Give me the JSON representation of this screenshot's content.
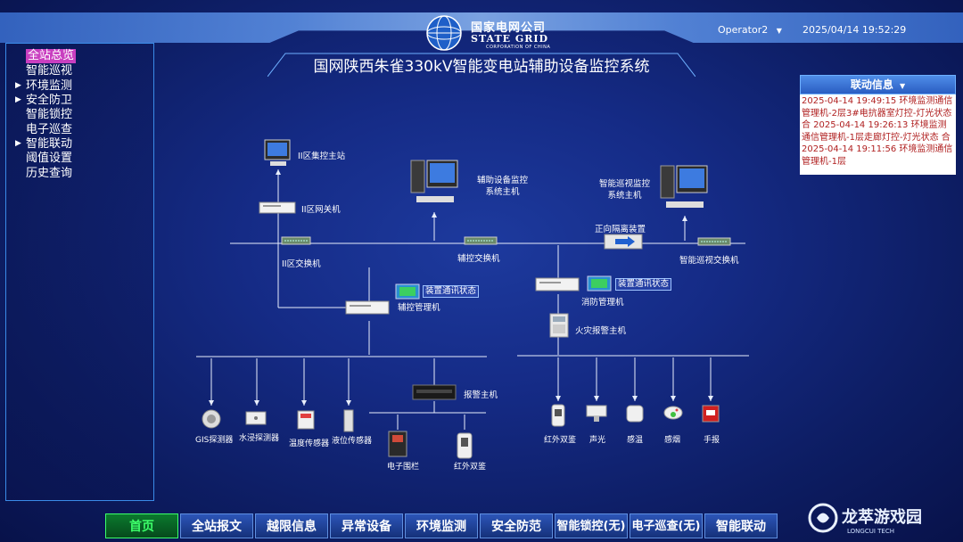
{
  "header": {
    "company_cn": "国家电网公司",
    "company_en": "STATE GRID",
    "company_sub": "CORPORATION OF CHINA",
    "system_title": "国网陕西朱雀330kV智能变电站辅助设备监控系统",
    "operator": "Operator2",
    "datetime": "2025/04/14 19:52:29"
  },
  "sidebar": {
    "items": [
      {
        "label": "全站总览",
        "selected": true,
        "expandable": false
      },
      {
        "label": "智能巡视",
        "selected": false,
        "expandable": false
      },
      {
        "label": "环境监测",
        "selected": false,
        "expandable": true
      },
      {
        "label": "安全防卫",
        "selected": false,
        "expandable": true
      },
      {
        "label": "智能锁控",
        "selected": false,
        "expandable": false
      },
      {
        "label": "电子巡查",
        "selected": false,
        "expandable": false
      },
      {
        "label": "智能联动",
        "selected": false,
        "expandable": true
      },
      {
        "label": "阈值设置",
        "selected": false,
        "expandable": false
      },
      {
        "label": "历史查询",
        "selected": false,
        "expandable": false
      }
    ]
  },
  "info_panel": {
    "title": "联动信息",
    "text": "2025-04-14 19:49:15 环境监测通信管理机-2层3#电抗器室灯控-灯光状态 合 2025-04-14 19:26:13 环境监测通信管理机-1层走廊灯控-灯光状态 合 2025-04-14 19:11:56 环境监测通信管理机-1层"
  },
  "diagram": {
    "ii_master": "II区集控主站",
    "ii_gateway": "II区网关机",
    "ii_switch": "II区交换机",
    "aux_host": "辅助设备监控\n系统主机",
    "aux_switch": "辅控交换机",
    "isolator": "正向隔离装置",
    "patrol_host": "智能巡视监控\n系统主机",
    "patrol_switch": "智能巡视交换机",
    "aux_manager": "辅控管理机",
    "fire_manager": "消防管理机",
    "fire_alarm_host": "火灾报警主机",
    "alarm_host": "报警主机",
    "comm_status_1": "装置通讯状态",
    "comm_status_2": "装置通讯状态",
    "devices_left": [
      "GIS探测器",
      "水浸探测器",
      "温度传感器",
      "液位传感器"
    ],
    "devices_alarm": [
      "电子围栏",
      "红外双鉴"
    ],
    "devices_fire": [
      "红外双鉴",
      "声光",
      "感温",
      "感烟",
      "手报"
    ]
  },
  "bottom_tabs": [
    {
      "label": "首页",
      "active": true
    },
    {
      "label": "全站报文",
      "active": false
    },
    {
      "label": "越限信息",
      "active": false
    },
    {
      "label": "异常设备",
      "active": false
    },
    {
      "label": "环境监测",
      "active": false
    },
    {
      "label": "安全防范",
      "active": false
    },
    {
      "label": "智能锁控(无)",
      "active": false
    },
    {
      "label": "电子巡查(无)",
      "active": false
    },
    {
      "label": "智能联动",
      "active": false
    }
  ],
  "watermark": {
    "text": "龙萃游戏园",
    "sub": "LONGCUI TECH"
  },
  "colors": {
    "accent_selected": "#c93fc0",
    "tab_active": "#3dff6a",
    "info_text": "#b02020"
  }
}
